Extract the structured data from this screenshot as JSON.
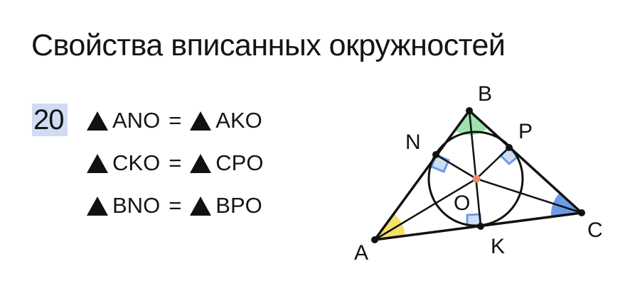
{
  "title": "Свойства вписанных окружностей",
  "badge_number": "20",
  "equalities": [
    {
      "left": "ANO",
      "eq": "=",
      "right": "AKO"
    },
    {
      "left": "CKO",
      "eq": "=",
      "right": "CPO"
    },
    {
      "left": "BNO",
      "eq": "=",
      "right": "BPO"
    }
  ],
  "diagram": {
    "labels": {
      "A": "A",
      "B": "B",
      "C": "C",
      "N": "N",
      "P": "P",
      "K": "K",
      "O": "O"
    },
    "colors": {
      "angle_A": "#f7e06a",
      "angle_B": "#9de3b0",
      "angle_C": "#6d9be8",
      "right_angle_fill": "#cfdcf3",
      "right_angle_stroke": "#6d9be8",
      "center": "#f08a6c",
      "line": "#111111",
      "badge_bg": "#cfdcf3"
    }
  }
}
